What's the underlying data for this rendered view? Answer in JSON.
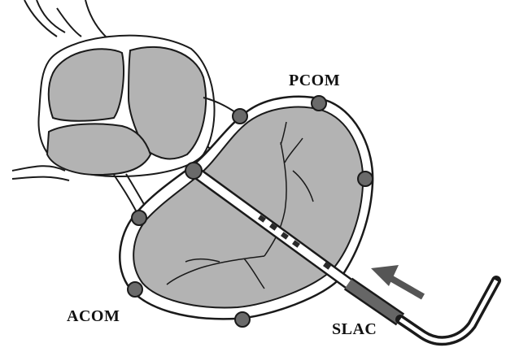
{
  "labels": {
    "pcom": "PCOM",
    "acom": "ACOM",
    "slac": "SLAC"
  },
  "colors": {
    "chamber_fill": "#b3b3b3",
    "outline": "#1a1a1a",
    "node_fill": "#6a6a6a",
    "arrow": "#555555",
    "catheter_band": "#666666"
  },
  "icons": {
    "direction_arrow": "arrow-left-up"
  }
}
